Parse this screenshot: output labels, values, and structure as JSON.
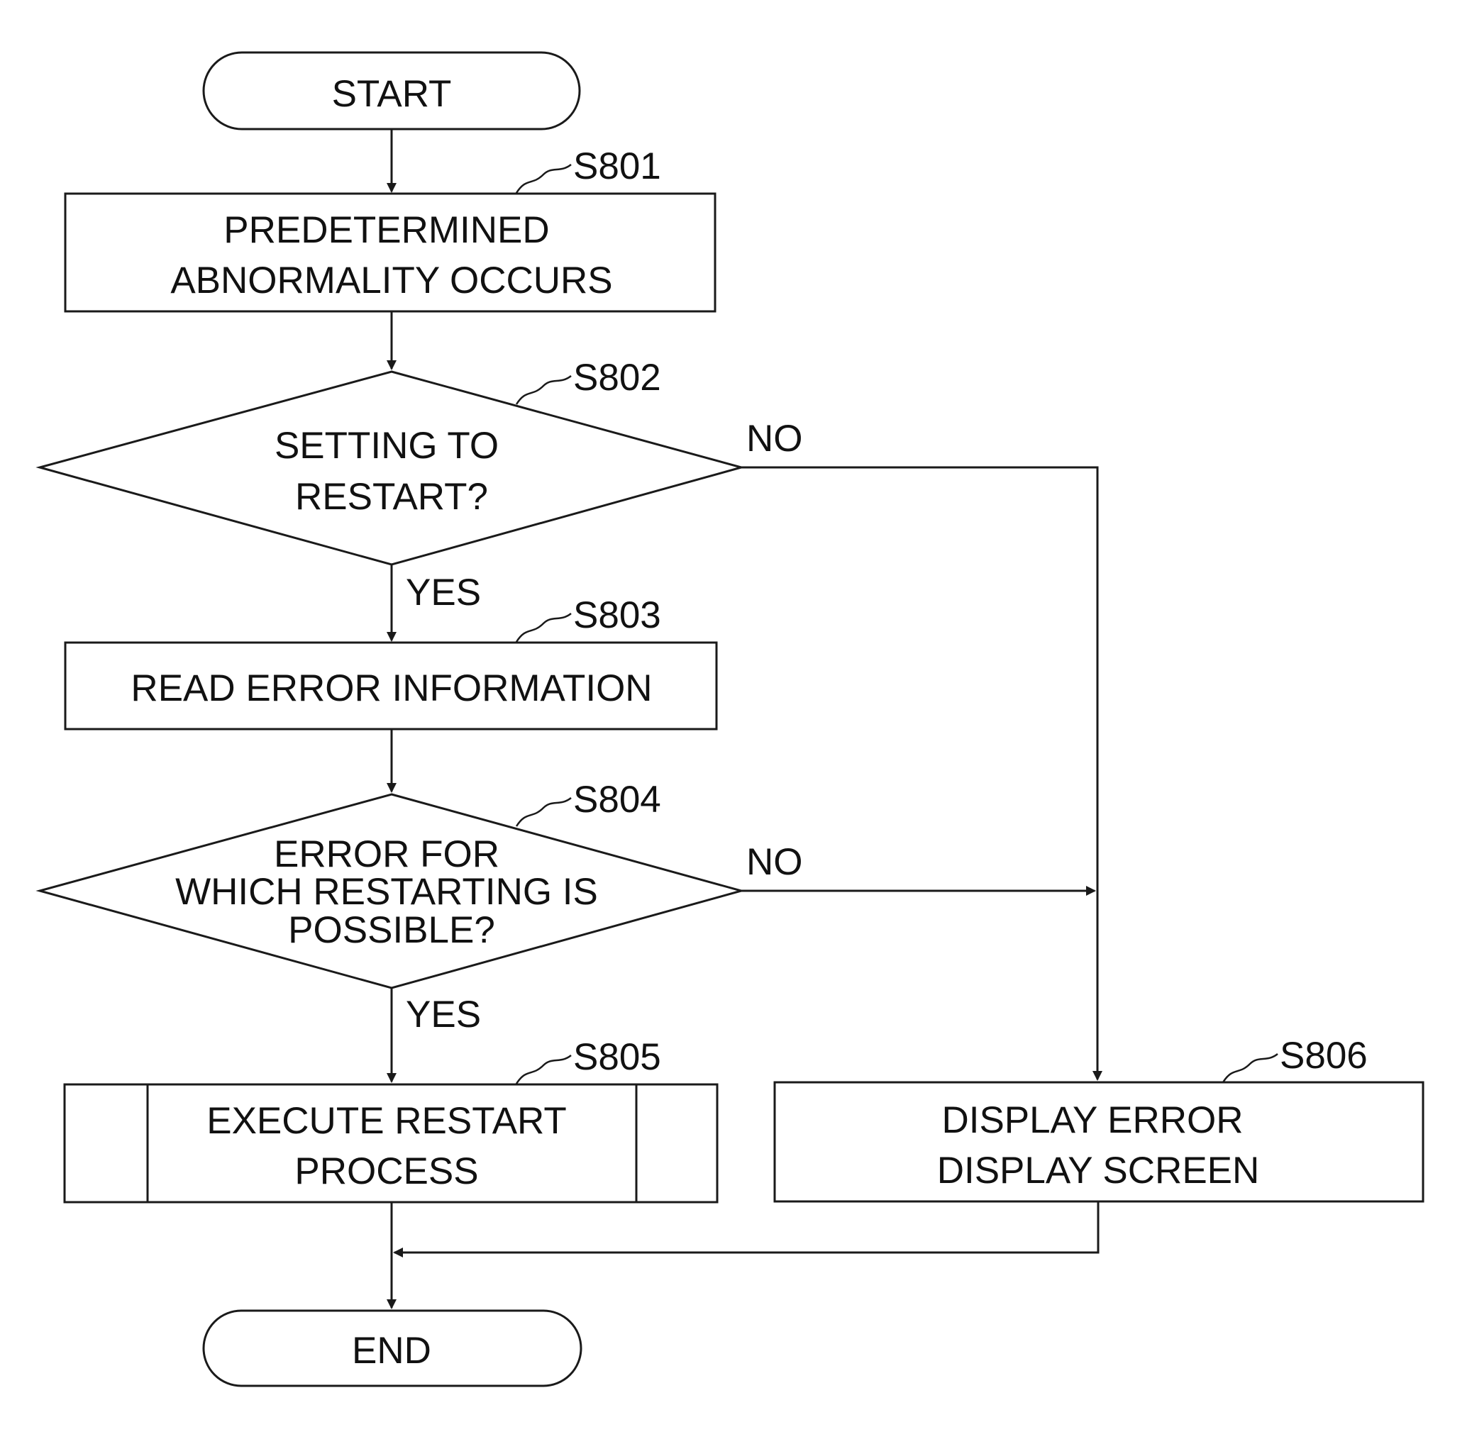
{
  "flowchart": {
    "start": "START",
    "end": "END",
    "steps": {
      "s801": {
        "id": "S801",
        "lines": [
          "PREDETERMINED",
          "ABNORMALITY OCCURS"
        ]
      },
      "s802": {
        "id": "S802",
        "lines": [
          "SETTING TO",
          "RESTART?"
        ]
      },
      "s803": {
        "id": "S803",
        "lines": [
          "READ ERROR INFORMATION"
        ]
      },
      "s804": {
        "id": "S804",
        "lines": [
          "ERROR FOR",
          "WHICH RESTARTING IS",
          "POSSIBLE?"
        ]
      },
      "s805": {
        "id": "S805",
        "lines": [
          "EXECUTE RESTART",
          "PROCESS"
        ]
      },
      "s806": {
        "id": "S806",
        "lines": [
          "DISPLAY ERROR",
          "DISPLAY SCREEN"
        ]
      }
    },
    "branch_labels": {
      "s802_yes": "YES",
      "s802_no": "NO",
      "s804_yes": "YES",
      "s804_no": "NO"
    }
  }
}
